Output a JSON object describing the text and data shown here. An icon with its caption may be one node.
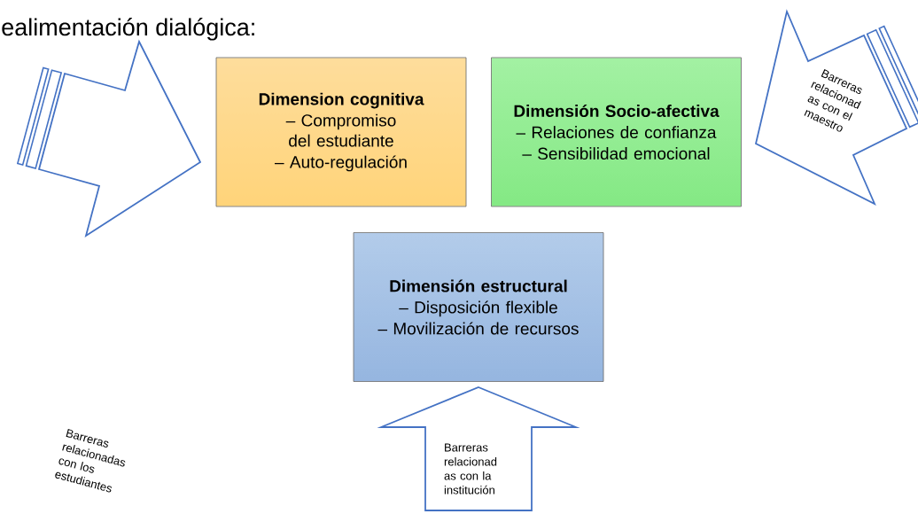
{
  "diagram": {
    "title": "ealimentación dialógica:",
    "nodes": [
      {
        "text": [],
        "shape": "arrow"
      },
      {
        "text": [
          "Dimension cognitiva",
          "– Compromiso del estudiante",
          "– Auto-regulación"
        ]
      },
      {
        "text": [
          "Dimensión Socio-afectiva",
          "–  Relaciones de confianza",
          "–  Sensibilidad emocional"
        ]
      },
      {
        "text": [
          "Barreras relacionad as con el maestro"
        ]
      },
      {
        "text": [
          "Dimensión estructural",
          "– Disposición flexible",
          "– Movilización de recursos"
        ]
      },
      {
        "text": [
          "Barreras relacionad as con la institución"
        ]
      }
    ],
    "labels": [
      "Barreras relacionadas con los estudiantes"
    ]
  }
}
